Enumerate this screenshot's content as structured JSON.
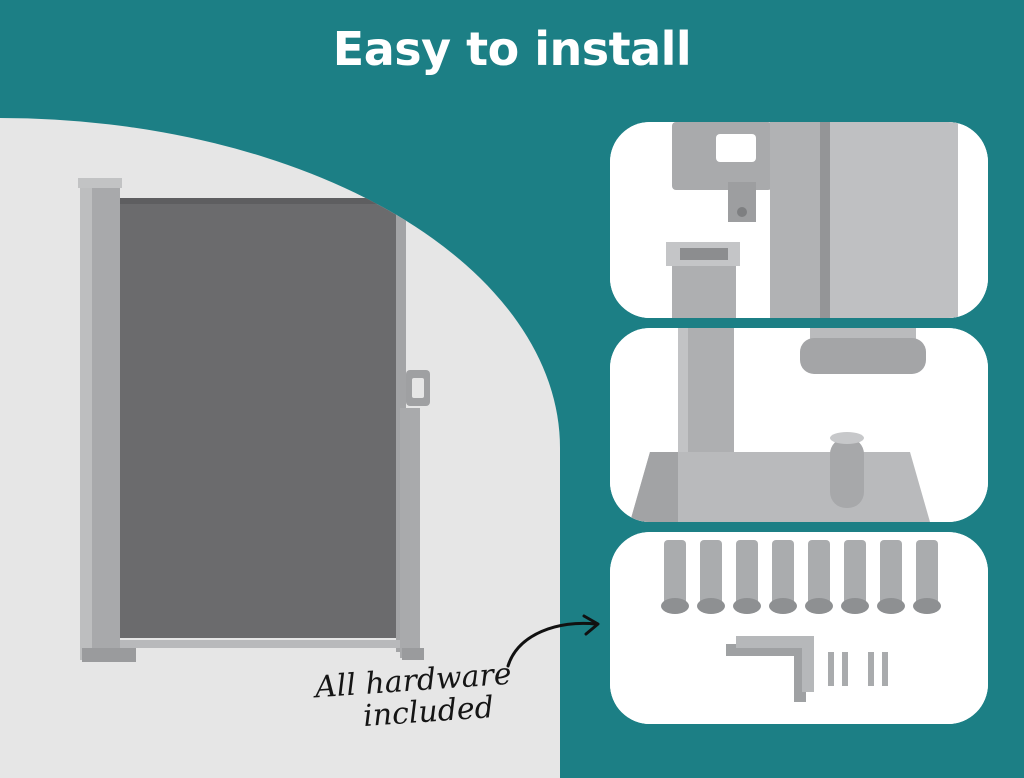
{
  "headline": "Easy to install",
  "callout": {
    "line1": "All hardware",
    "line2": "included"
  },
  "colors": {
    "background": "#1c7f85",
    "panel": "#e6e6e6",
    "screen_fabric": "#6b6b6d",
    "frame": "#a9aaac"
  },
  "icons": {
    "callout_arrow": "curved-arrow-icon"
  }
}
